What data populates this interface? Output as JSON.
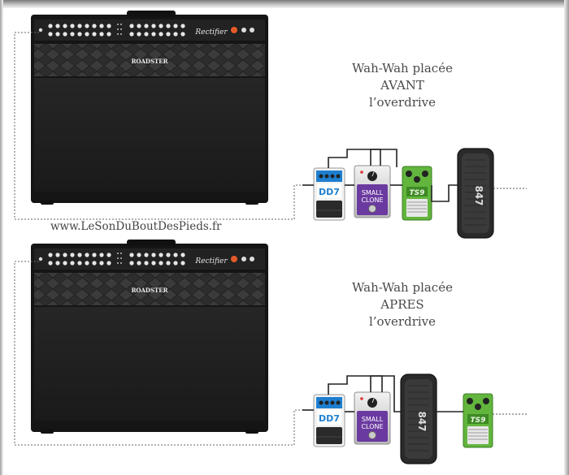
{
  "website": "www.LeSonDuBoutDesPieds.fr",
  "amp": {
    "model_label": "ROADSTER",
    "brand_script": "Rectifier"
  },
  "pedals": {
    "delay_label": "DD7",
    "chorus_label_1": "SMALL",
    "chorus_label_2": "CLONE",
    "overdrive_label": "TS9",
    "wah_label": "847"
  },
  "setups": [
    {
      "caption_line1": "Wah-Wah placée",
      "caption_line2": "AVANT",
      "caption_line3": "l’overdrive"
    },
    {
      "caption_line1": "Wah-Wah placée",
      "caption_line2": "APRES",
      "caption_line3": "l’overdrive"
    }
  ],
  "colors": {
    "amp_body": "#1c1c1c",
    "delay_blue": "#1e7fd0",
    "chorus_purple": "#6b3aa0",
    "overdrive_green": "#62b53d",
    "wah_black": "#2a2a2a"
  }
}
